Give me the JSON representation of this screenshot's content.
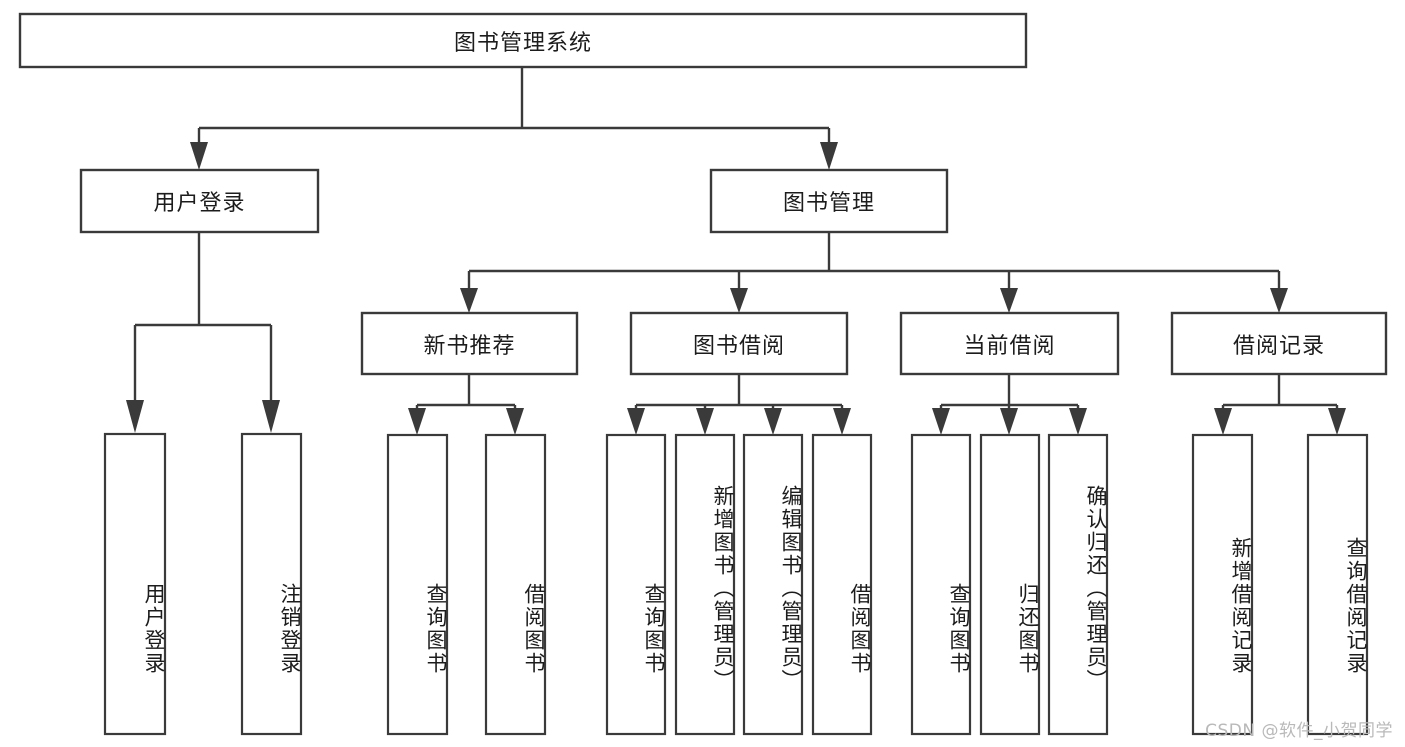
{
  "diagram": {
    "title": "图书管理系统",
    "type": "tree",
    "watermark": "CSDN @软件_小贺同学",
    "colors": {
      "box_fill": "#ffffff",
      "box_stroke": "#3a3a3a",
      "text": "#1c1c1c",
      "background": "#ffffff",
      "watermark": "#b9b9b9"
    },
    "root": {
      "id": "root",
      "label": "图书管理系统",
      "orientation": "horizontal"
    },
    "level2": [
      {
        "id": "user-login",
        "label": "用户登录",
        "orientation": "horizontal"
      },
      {
        "id": "book-manage",
        "label": "图书管理",
        "orientation": "horizontal"
      }
    ],
    "level3": [
      {
        "id": "new-book-recommend",
        "label": "新书推荐",
        "orientation": "horizontal",
        "parent": "book-manage"
      },
      {
        "id": "book-borrow",
        "label": "图书借阅",
        "orientation": "horizontal",
        "parent": "book-manage"
      },
      {
        "id": "current-borrow",
        "label": "当前借阅",
        "orientation": "horizontal",
        "parent": "book-manage"
      },
      {
        "id": "borrow-record",
        "label": "借阅记录",
        "orientation": "horizontal",
        "parent": "book-manage"
      }
    ],
    "leaves": [
      {
        "id": "leaf-user-login",
        "label": "用户登录",
        "parent": "user-login",
        "orientation": "vertical"
      },
      {
        "id": "leaf-user-logout",
        "label": "注销登录",
        "parent": "user-login",
        "orientation": "vertical"
      },
      {
        "id": "leaf-query-book-1",
        "label": "查询图书",
        "parent": "new-book-recommend",
        "orientation": "vertical"
      },
      {
        "id": "leaf-borrow-book-1",
        "label": "借阅图书",
        "parent": "new-book-recommend",
        "orientation": "vertical"
      },
      {
        "id": "leaf-query-book-2",
        "label": "查询图书",
        "parent": "book-borrow",
        "orientation": "vertical"
      },
      {
        "id": "leaf-add-book",
        "label": "新增图书（管理员）",
        "parent": "book-borrow",
        "orientation": "vertical"
      },
      {
        "id": "leaf-edit-book",
        "label": "编辑图书（管理员）",
        "parent": "book-borrow",
        "orientation": "vertical"
      },
      {
        "id": "leaf-borrow-book-2",
        "label": "借阅图书",
        "parent": "book-borrow",
        "orientation": "vertical"
      },
      {
        "id": "leaf-query-book-3",
        "label": "查询图书",
        "parent": "current-borrow",
        "orientation": "vertical"
      },
      {
        "id": "leaf-return-book",
        "label": "归还图书",
        "parent": "current-borrow",
        "orientation": "vertical"
      },
      {
        "id": "leaf-confirm-return",
        "label": "确认归还（管理员）",
        "parent": "current-borrow",
        "orientation": "vertical"
      },
      {
        "id": "leaf-add-record",
        "label": "新增借阅记录",
        "parent": "borrow-record",
        "orientation": "vertical"
      },
      {
        "id": "leaf-query-record",
        "label": "查询借阅记录",
        "parent": "borrow-record",
        "orientation": "vertical"
      }
    ]
  }
}
